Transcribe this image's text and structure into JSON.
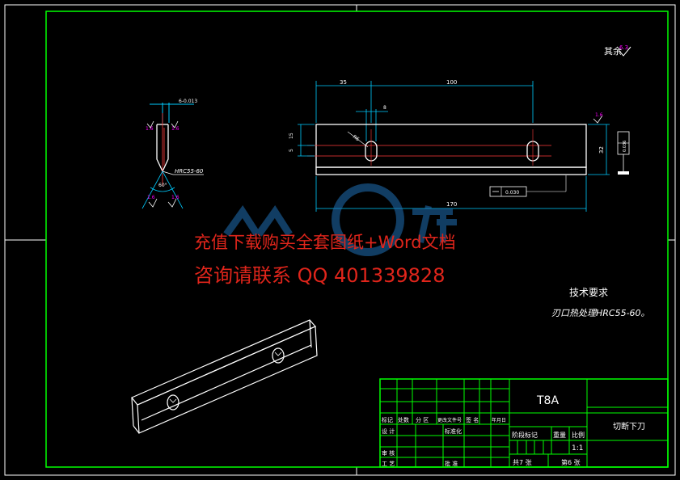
{
  "colors": {
    "background": "#000000",
    "frame": "#00ff00",
    "outline": "#ffffff",
    "dimension": "#00ccff",
    "center_line": "#ff3b3b",
    "surface_mark": "#ff00ff",
    "watermark": "#e0251b"
  },
  "surface_finish_note": "其余",
  "surface_finish_value": "6.3",
  "front_view": {
    "dim_35": "35",
    "dim_100": "100",
    "dim_8": "8",
    "dim_170": "170",
    "dim_15": "15",
    "dim_5": "5",
    "dim_32": "32",
    "hole_label": "R6",
    "flatness_value": "0.036",
    "parallelism_value": "0.030",
    "roughness": "1.6"
  },
  "side_view": {
    "width_label": "6-0.013",
    "angle_label": "60°",
    "hardness_label": "HRC55-60",
    "roughness_left": "1.6",
    "roughness_right": "1.6",
    "bottom_mark_left": "1.6",
    "bottom_mark_right": "1.6"
  },
  "tech_requirements": {
    "title": "技术要求",
    "line1": "刃口热处理HRC55-60。"
  },
  "watermark": {
    "line1": "充值下载购买全套图纸+Word文档",
    "line2": "咨询请联系 QQ 401339828"
  },
  "title_block": {
    "material": "T8A",
    "part_name": "切断下刀",
    "scale_header": "比例",
    "scale": "1:1",
    "weight_header": "重量",
    "stage_header": "阶段标记",
    "sheets_total": "共7 张",
    "sheet_no": "第6 张",
    "headers": [
      "标记",
      "处数",
      "分 区",
      "更改文件号",
      "签 名",
      "年月日"
    ],
    "design": "设 计",
    "standardize": "标准化",
    "review": "审 核",
    "process": "工 艺",
    "approve": "批 准"
  }
}
